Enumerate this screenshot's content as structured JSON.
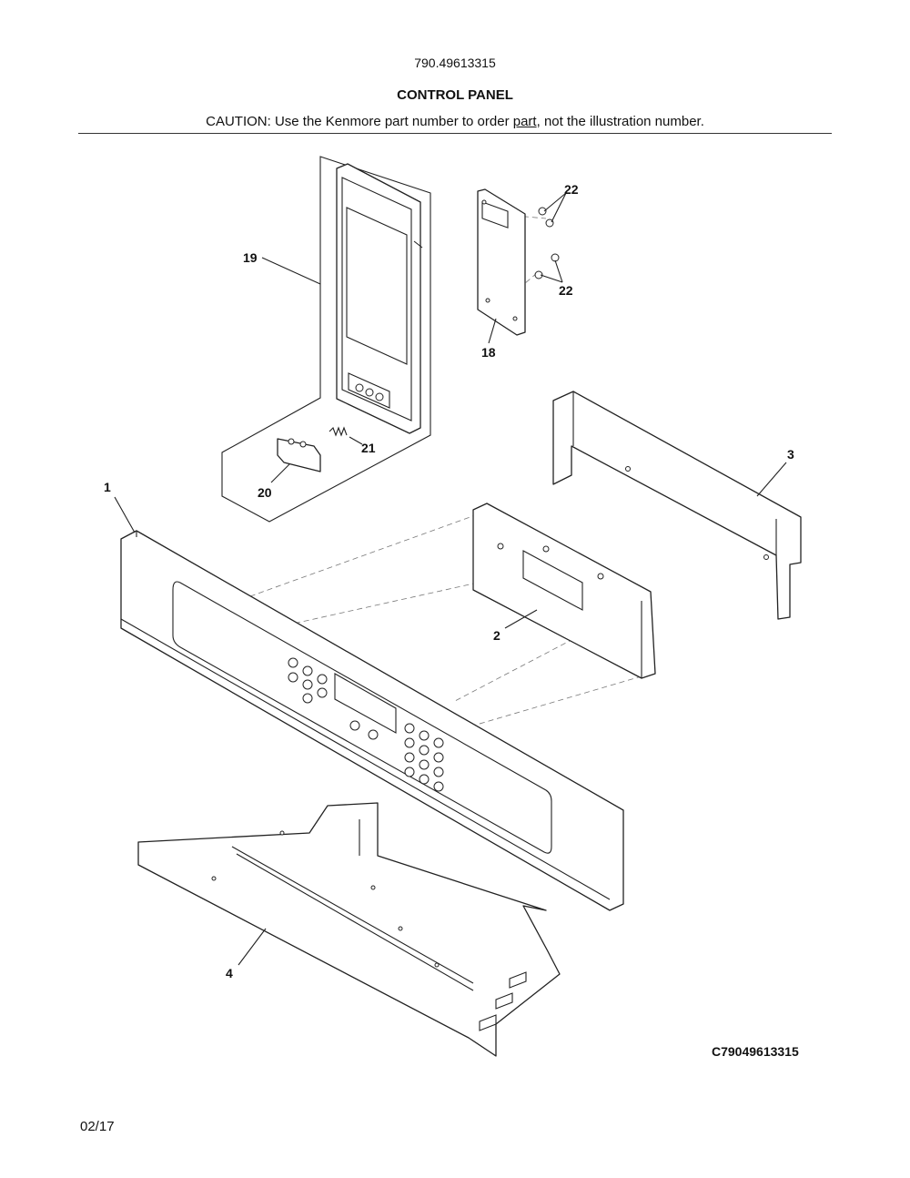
{
  "header": {
    "model_number": "790.49613315",
    "title": "CONTROL PANEL",
    "caution_before": "CAUTION: Use the Kenmore part number to order ",
    "caution_underlined": "part",
    "caution_after": ", not the illustration number."
  },
  "callouts": {
    "c1": "1",
    "c2": "2",
    "c3": "3",
    "c4": "4",
    "c18": "18",
    "c19": "19",
    "c20": "20",
    "c21": "21",
    "c22a": "22",
    "c22b": "22"
  },
  "footer": {
    "diagram_code": "C79049613315",
    "date": "02/17"
  }
}
